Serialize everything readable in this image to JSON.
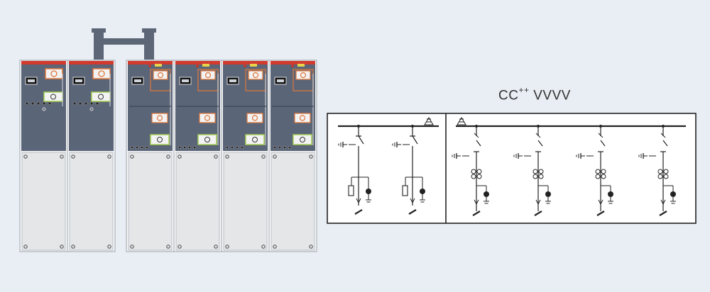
{
  "diagram": {
    "configuration": {
      "prefix": "CC",
      "superscript": "++",
      "suffix": "VVVV"
    },
    "switchgear": {
      "left_group": {
        "panel_count": 2,
        "type": "C"
      },
      "right_group": {
        "panel_count": 4,
        "type": "V"
      }
    },
    "colors": {
      "background": "#e9eef4",
      "panel_upper": "#5b6578",
      "panel_lower": "#e4e6e8",
      "top_strip": "#d23a2e",
      "highlight_orange": "#e0773a",
      "highlight_green": "#a6cf52",
      "busbar_connector": "#5c6676",
      "line": "#222222"
    }
  }
}
